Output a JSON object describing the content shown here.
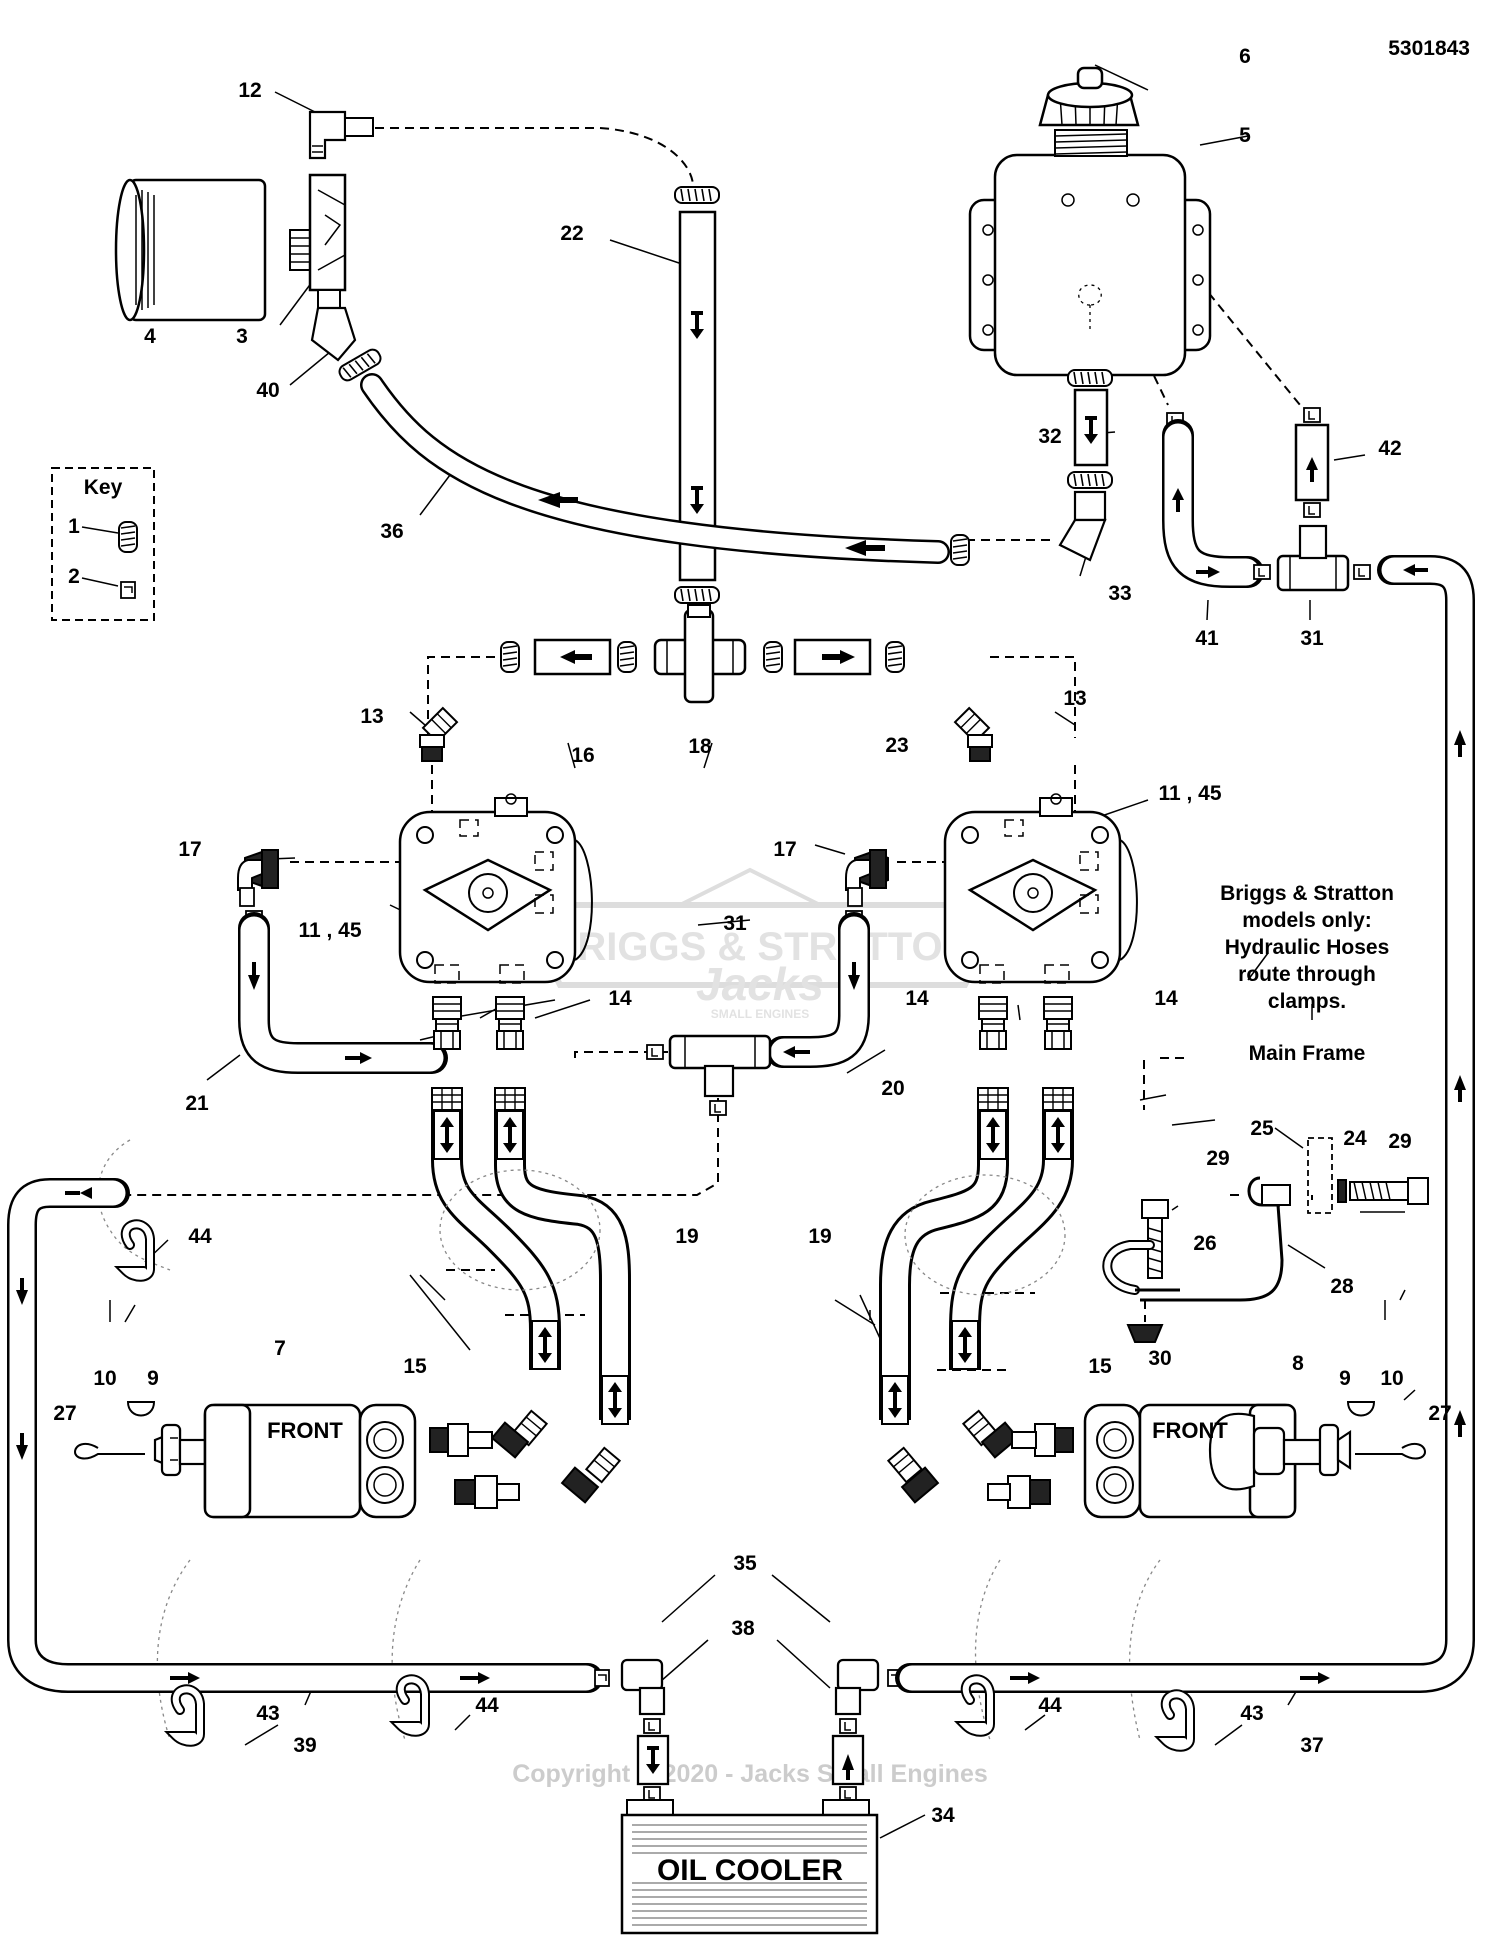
{
  "diagram_id": "5301843",
  "key": {
    "title": "Key",
    "items": [
      {
        "num": "1",
        "icon": "hose-clamp-icon"
      },
      {
        "num": "2",
        "icon": "spring-clip-icon"
      }
    ]
  },
  "callouts": {
    "c3": "3",
    "c4": "4",
    "c5": "5",
    "c6": "6",
    "c7": "7",
    "c8": "8",
    "c9l": "9",
    "c9r": "9",
    "c10l": "10",
    "c10r": "10",
    "c11l": "11 , 45",
    "c11r": "11 , 45",
    "c12": "12",
    "c13l": "13",
    "c13r": "13",
    "c14l": "14",
    "c14r1": "14",
    "c14r2": "14",
    "c15l": "15",
    "c15r": "15",
    "c16": "16",
    "c17l": "17",
    "c17r": "17",
    "c18": "18",
    "c19l": "19",
    "c19r": "19",
    "c20": "20",
    "c21": "21",
    "c22": "22",
    "c23": "23",
    "c24": "24",
    "c25": "25",
    "c26": "26",
    "c27l": "27",
    "c27r": "27",
    "c28": "28",
    "c29a": "29",
    "c29b": "29",
    "c30": "30",
    "c31a": "31",
    "c31b": "31",
    "c32": "32",
    "c33": "33",
    "c34": "34",
    "c35": "35",
    "c36": "36",
    "c37": "37",
    "c38": "38",
    "c39": "39",
    "c40": "40",
    "c41": "41",
    "c42": "42",
    "c43l": "43",
    "c43r": "43",
    "c44a": "44",
    "c44b": "44",
    "c44c": "44"
  },
  "labels": {
    "front_left": "FRONT",
    "front_right": "FRONT",
    "oil_cooler": "OIL COOLER",
    "main_frame": "Main Frame",
    "note": [
      "Briggs & Stratton",
      "models only:",
      "Hydraulic Hoses",
      "route through",
      "clamps."
    ]
  },
  "watermark": {
    "brand": "BRIGGS & STRATTON",
    "logo": "Jacks",
    "logo_sub": "SMALL ENGINES",
    "copyright": "Copyright © 2020 - Jacks Small Engines"
  }
}
